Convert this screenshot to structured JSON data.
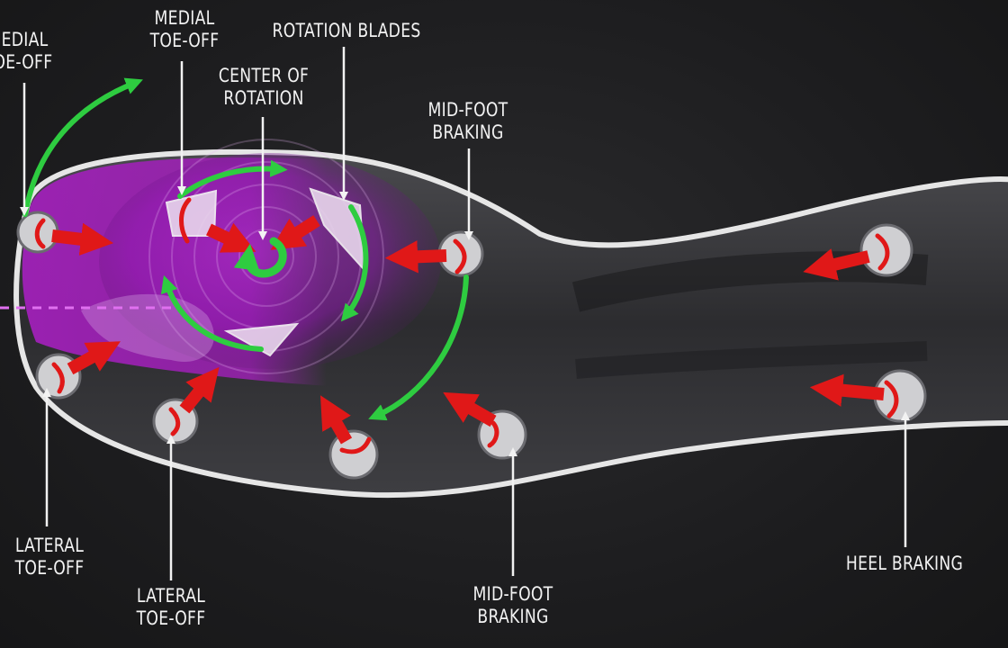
{
  "labels": {
    "medial_toe_off_left": [
      "MEDIAL",
      "TOE-OFF"
    ],
    "medial_toe_off_center": [
      "MEDIAL",
      "TOE-OFF"
    ],
    "rotation_blades": "ROTATION BLADES",
    "center_of_rotation": [
      "CENTER OF",
      "ROTATION"
    ],
    "mid_foot_braking_top": [
      "MID-FOOT",
      "BRAKING"
    ],
    "lateral_toe_off_left": [
      "LATERAL",
      "TOE-OFF"
    ],
    "lateral_toe_off_center": [
      "LATERAL",
      "TOE-OFF"
    ],
    "mid_foot_braking_bottom": [
      "MID-FOOT",
      "BRAKING"
    ],
    "heel_braking": "HEEL BRAKING"
  },
  "colors": {
    "background": "#1c1c1e",
    "forefoot": "#a020b8",
    "sole": "#2e2e30",
    "outline": "#e8e8e8",
    "force_arrow": "#e01818",
    "rotation_arrow": "#2ecc40"
  }
}
